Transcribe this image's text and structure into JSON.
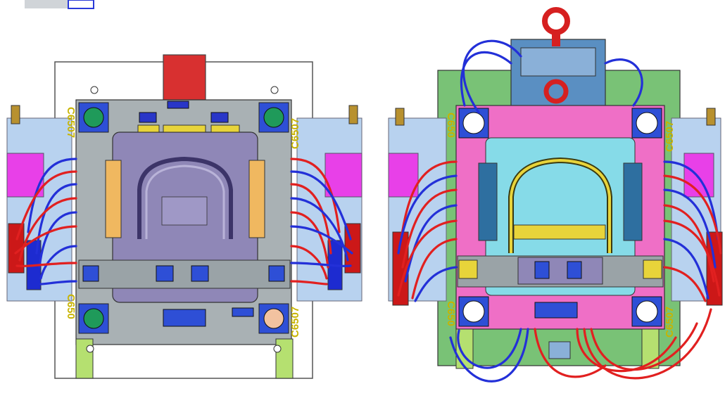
{
  "image": {
    "subject": "two CAD mold assembly views",
    "colors": {
      "plate_gray": "#a9b1b4",
      "cavity_purple": "#8f87b7",
      "pink_plate": "#ef6fc6",
      "cyan_core": "#86dbe8",
      "green_base": "#79c276",
      "hose_red": "#e12020",
      "hose_blue": "#2330d8",
      "lift_yellow": "#e8d43a",
      "text_yellow": "#c8b400"
    }
  },
  "left_view": {
    "label_top_left": "C6507",
    "label_top_right": "C6507",
    "label_bottom_left": "C650",
    "label_bottom_right": "C6507"
  },
  "right_view": {
    "label_top_left": "C650",
    "label_top_right": "C6507",
    "label_bottom_left": "C650",
    "label_bottom_right": "C6507"
  }
}
